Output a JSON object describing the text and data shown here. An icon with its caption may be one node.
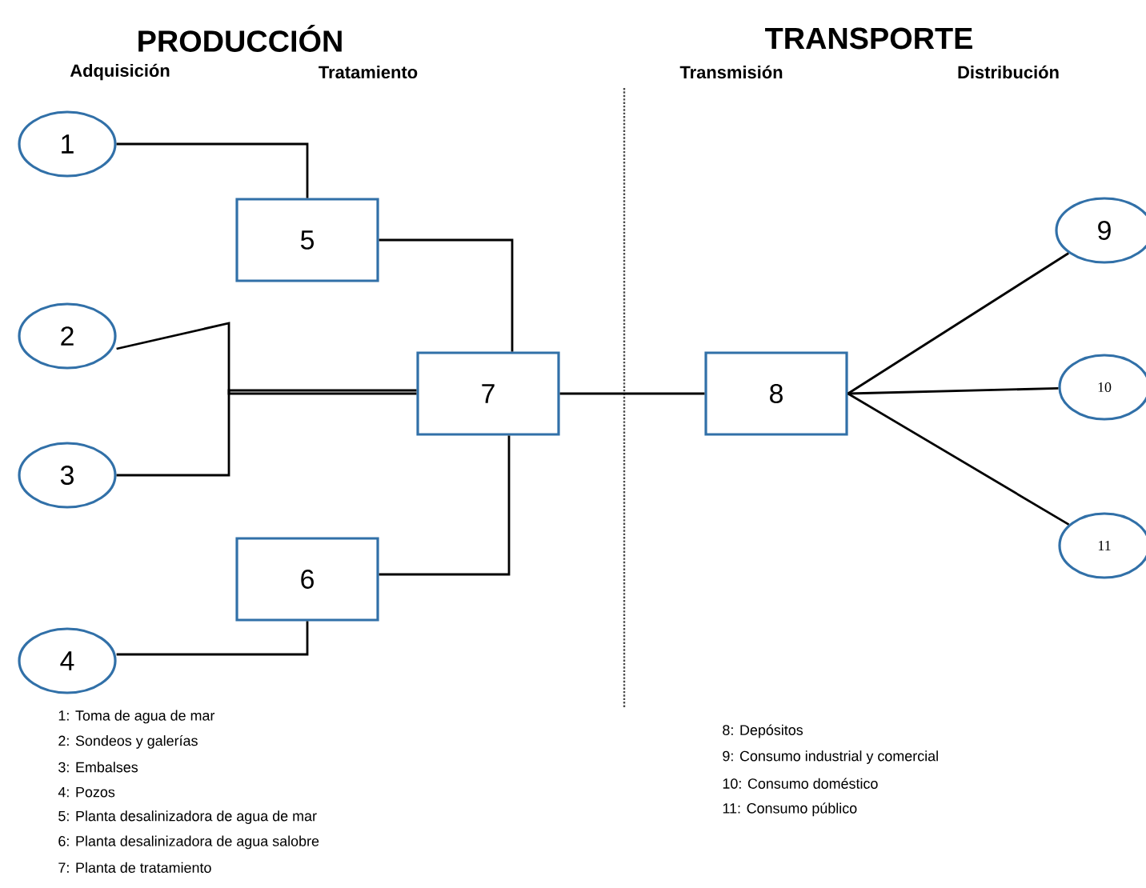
{
  "diagram": {
    "nodes": [
      {
        "text": [
          "1"
        ]
      },
      {
        "text": [
          "5"
        ]
      },
      {
        "text": [
          "2"
        ]
      },
      {
        "text": [
          "3"
        ]
      },
      {
        "text": [
          "7"
        ]
      },
      {
        "text": [
          "6"
        ]
      },
      {
        "text": [
          "4"
        ]
      },
      {
        "text": [
          "8"
        ]
      },
      {
        "text": [
          "9"
        ]
      },
      {
        "text": [
          "10"
        ]
      },
      {
        "text": [
          "11"
        ]
      }
    ],
    "edges": [
      {
        "from": 0,
        "to": 1,
        "arrow": "none"
      },
      {
        "from": 1,
        "to": 4,
        "arrow": "none"
      },
      {
        "from": 2,
        "to": 4,
        "arrow": "none"
      },
      {
        "from": 3,
        "to": 4,
        "arrow": "none"
      },
      {
        "from": 5,
        "to": 4,
        "arrow": "none"
      },
      {
        "from": 6,
        "to": 5,
        "arrow": "none"
      },
      {
        "from": 4,
        "to": 7,
        "arrow": "none"
      },
      {
        "from": 7,
        "to": 8,
        "arrow": "none"
      },
      {
        "from": 7,
        "to": 9,
        "arrow": "none"
      },
      {
        "from": 7,
        "to": 10,
        "arrow": "none"
      }
    ],
    "labels": [
      "PRODUCCIÓN",
      "TRANSPORTE",
      "Adquisición",
      "Tratamiento",
      "Transmisión",
      "Distribución",
      "1: Toma de agua de mar",
      "2: Sondeos y galerías",
      "3: Embalses",
      "4: Pozos",
      "5: Planta desalinizadora de agua de mar",
      "6: Planta desalinizadora de agua salobre",
      "7: Planta de tratamiento",
      "8: Depósitos",
      "9: Consumo industrial y comercial",
      "10: Consumo doméstico",
      "11: Consumo público"
    ]
  }
}
